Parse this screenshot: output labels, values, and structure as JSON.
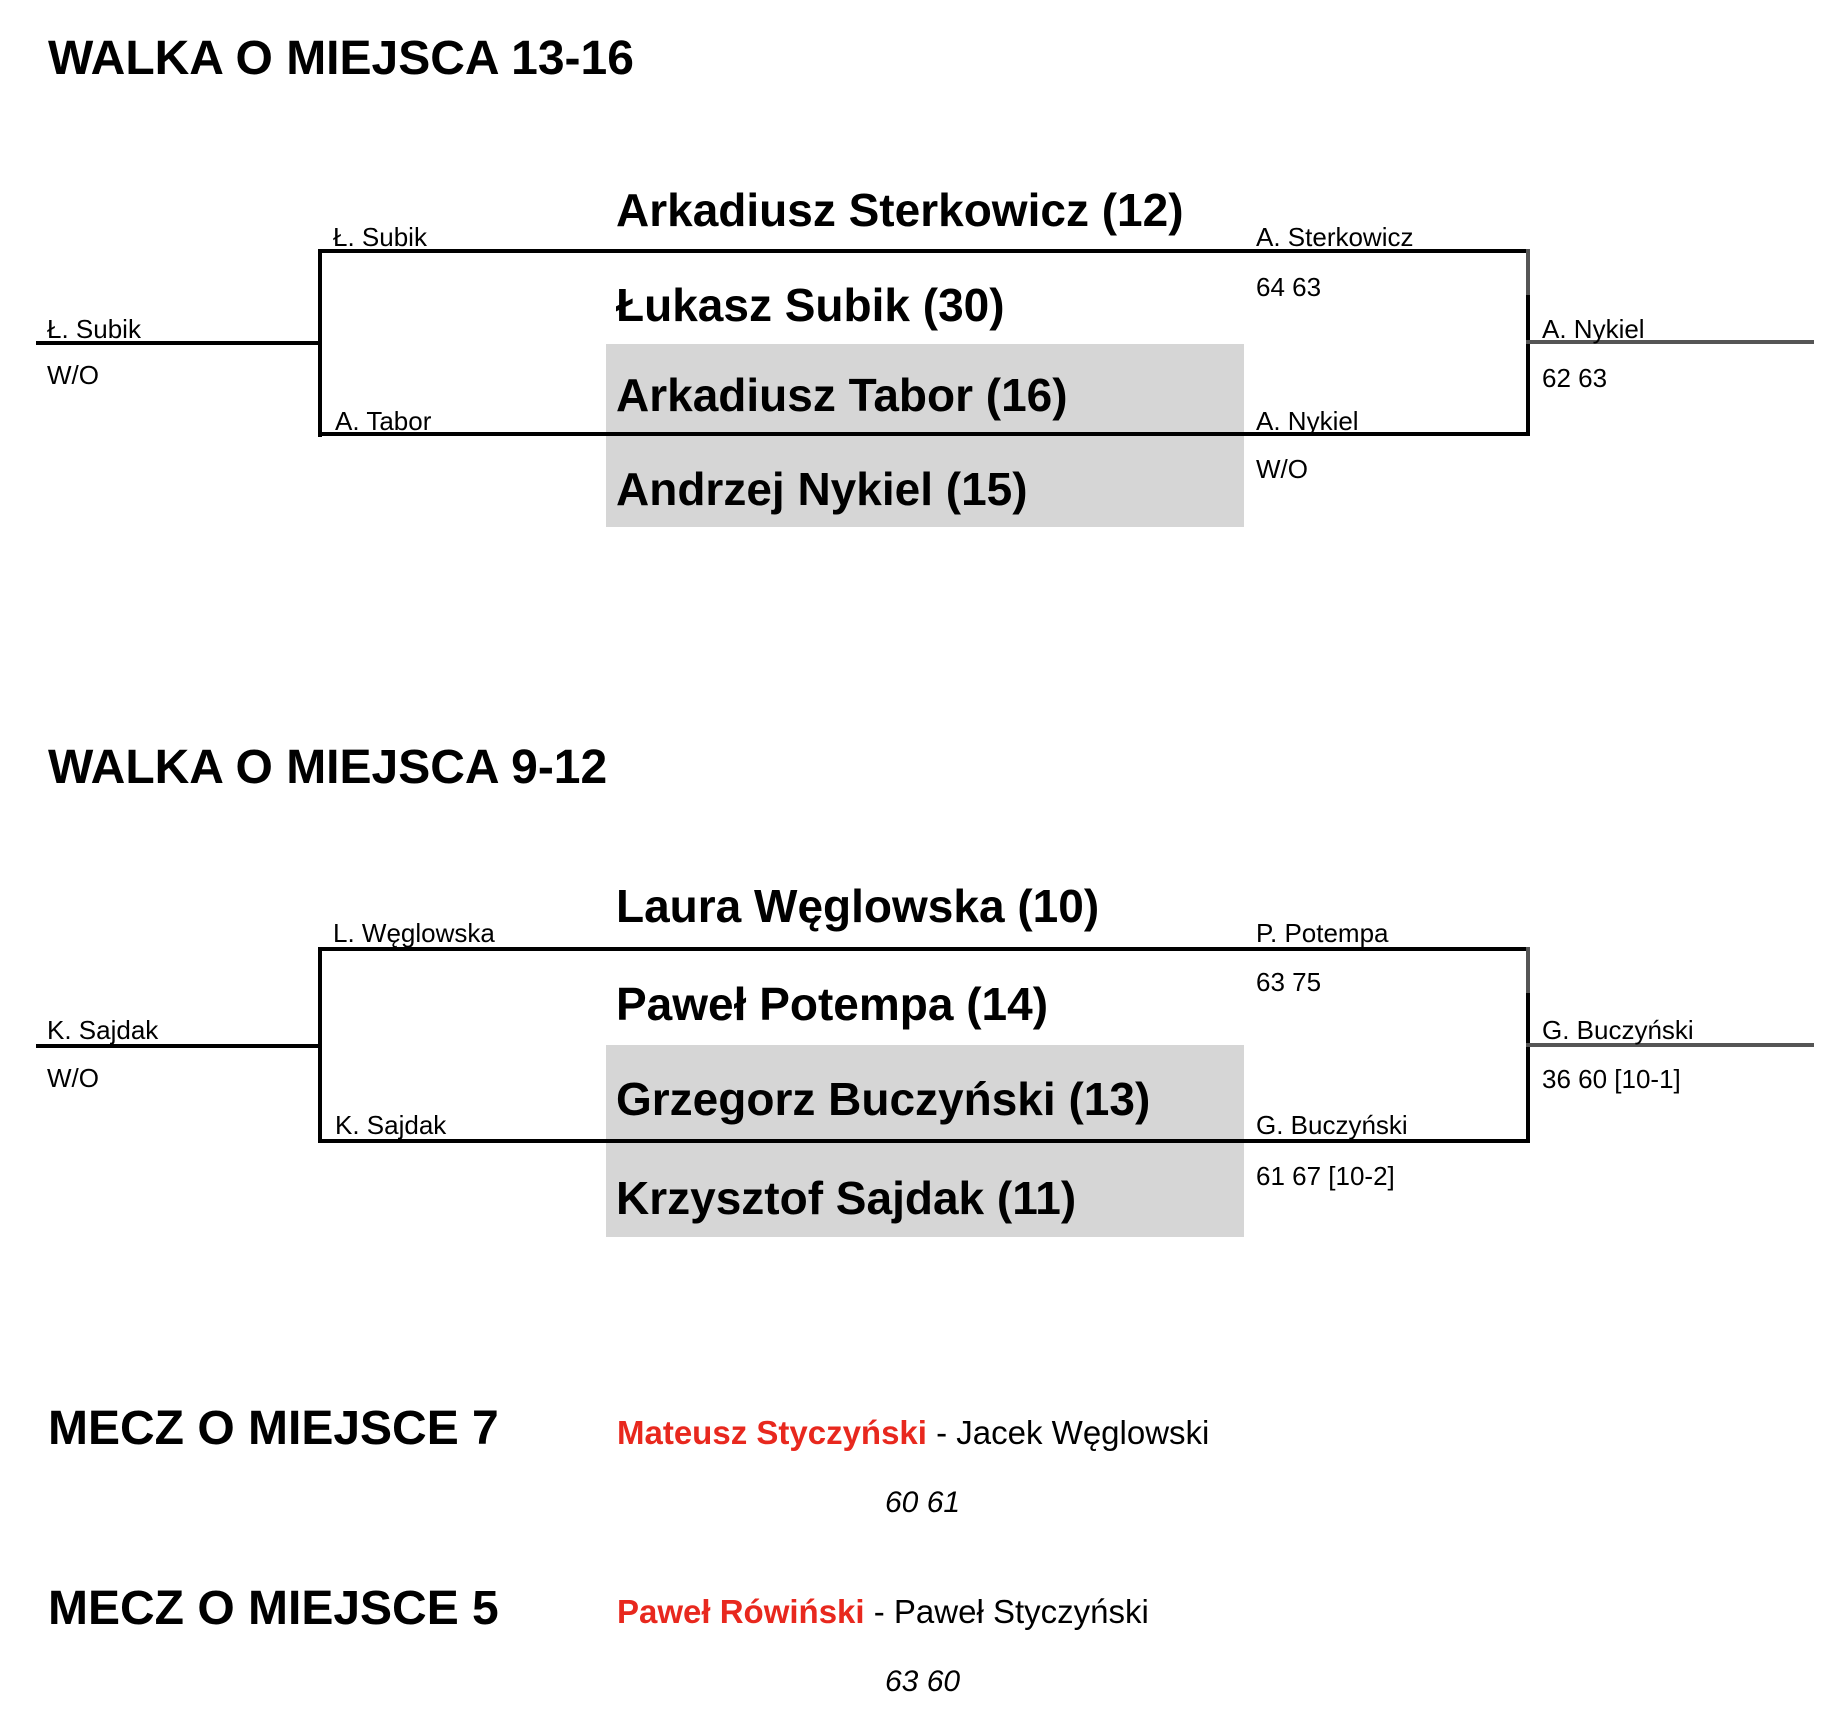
{
  "sections": [
    {
      "title": "WALKA O MIEJSCA 13-16",
      "draw_names": [
        "Arkadiusz Sterkowicz (12)",
        "Łukasz Subik (30)",
        "Arkadiusz Tabor (16)",
        "Andrzej Nykiel (15)"
      ],
      "left_bracket": {
        "top_player": "Ł. Subik",
        "bottom_player": "A. Tabor",
        "winner": "Ł. Subik",
        "winner_score": "W/O"
      },
      "right_bracket": {
        "top_player": "A. Sterkowicz",
        "top_score": "64 63",
        "bottom_player": "A. Nykiel",
        "bottom_score": "W/O",
        "winner": "A. Nykiel",
        "winner_score": "62 63"
      }
    },
    {
      "title": "WALKA O MIEJSCA 9-12",
      "draw_names": [
        "Laura Węglowska (10)",
        "Paweł Potempa (14)",
        "Grzegorz Buczyński (13)",
        "Krzysztof Sajdak (11)"
      ],
      "left_bracket": {
        "top_player": "L. Węglowska",
        "bottom_player": "K. Sajdak",
        "winner": "K. Sajdak",
        "winner_score": "W/O"
      },
      "right_bracket": {
        "top_player": "P. Potempa",
        "top_score": "63 75",
        "bottom_player": "G. Buczyński",
        "bottom_score": "61 67 [10-2]",
        "winner": "G. Buczyński",
        "winner_score": "36 60 [10-1]"
      }
    }
  ],
  "matches": [
    {
      "title": "MECZ O MIEJSCE 7",
      "winner": "Mateusz Styczyński",
      "separator": " - ",
      "loser": "Jacek Węglowski",
      "score": "60 61"
    },
    {
      "title": "MECZ O MIEJSCE 5",
      "winner": "Paweł Rówiński",
      "separator": " - ",
      "loser": "Paweł Styczyński",
      "score": "63 60"
    }
  ],
  "colors": {
    "winner": "#e8281e",
    "highlight_box": "#d6d6d6",
    "line": "#000000",
    "line_muted": "#555555"
  }
}
